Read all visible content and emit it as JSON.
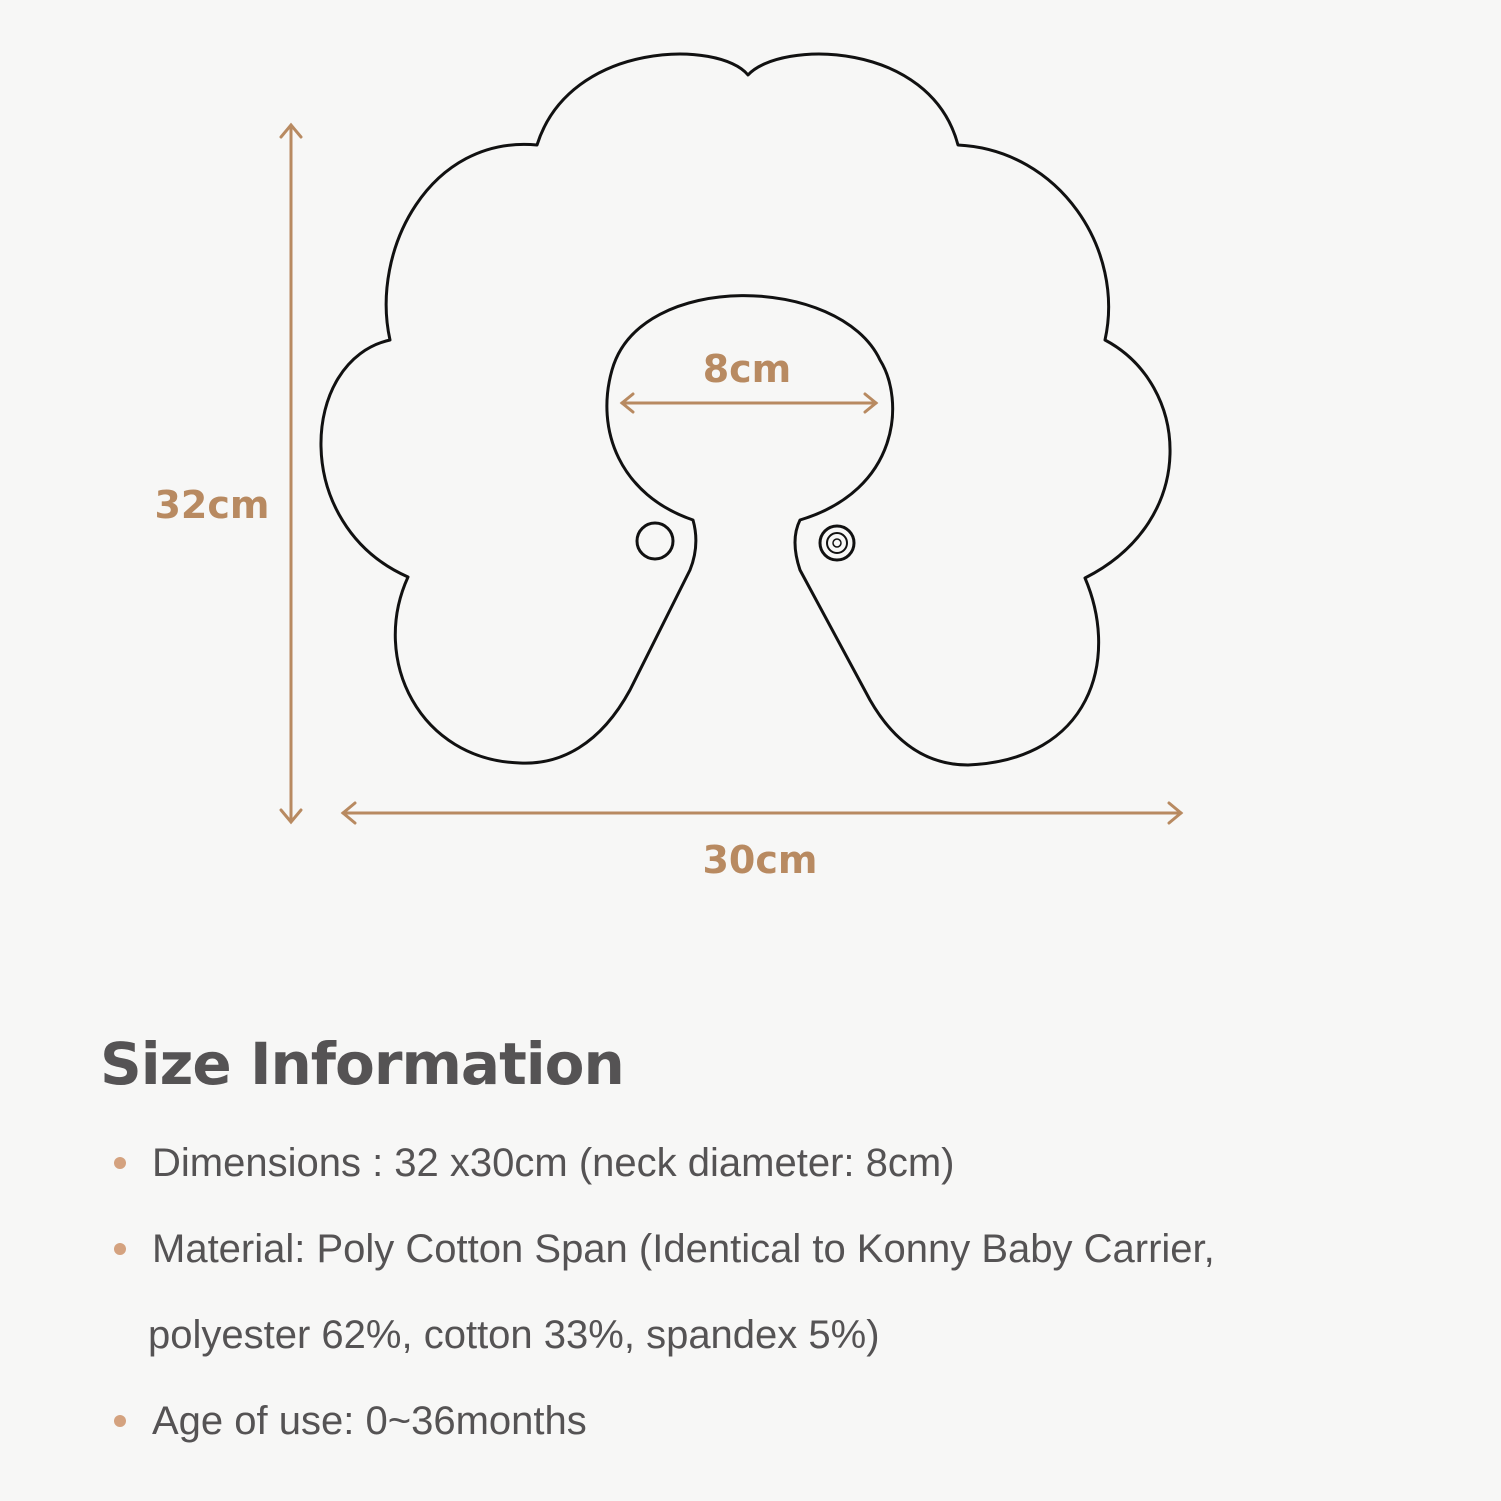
{
  "diagram": {
    "height_label": "32cm",
    "width_label": "30cm",
    "neck_label": "8cm",
    "outline_color": "#111111",
    "dimension_color": "#b88a61"
  },
  "info": {
    "title": "Size Information",
    "items": [
      {
        "lines": [
          "Dimensions : 32 x30cm (neck diameter: 8cm)"
        ]
      },
      {
        "lines": [
          "Material: Poly Cotton Span (Identical to Konny Baby Carrier,",
          "polyester 62%, cotton 33%, spandex 5%)"
        ]
      },
      {
        "lines": [
          "Age of use: 0~36months"
        ]
      }
    ],
    "bullet_color": "#d4a27f"
  }
}
